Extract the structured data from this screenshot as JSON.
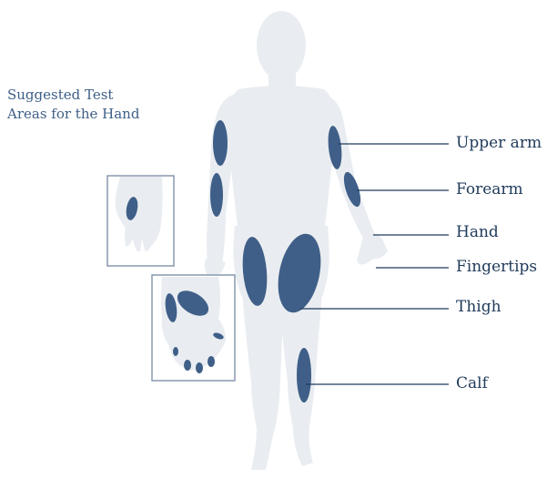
{
  "caption": {
    "line1": "Suggested Test",
    "line2": "Areas for the Hand"
  },
  "labels": {
    "upper_arm": "Upper arm",
    "forearm": "Forearm",
    "hand": "Hand",
    "fingertips": "Fingertips",
    "thigh": "Thigh",
    "calf": "Calf"
  },
  "colors": {
    "body": "#e9edf1",
    "site": "#3f5f88",
    "leader": "#1f3a5a",
    "inset_border": "#7f92a8",
    "caption": "#3d5f86"
  }
}
